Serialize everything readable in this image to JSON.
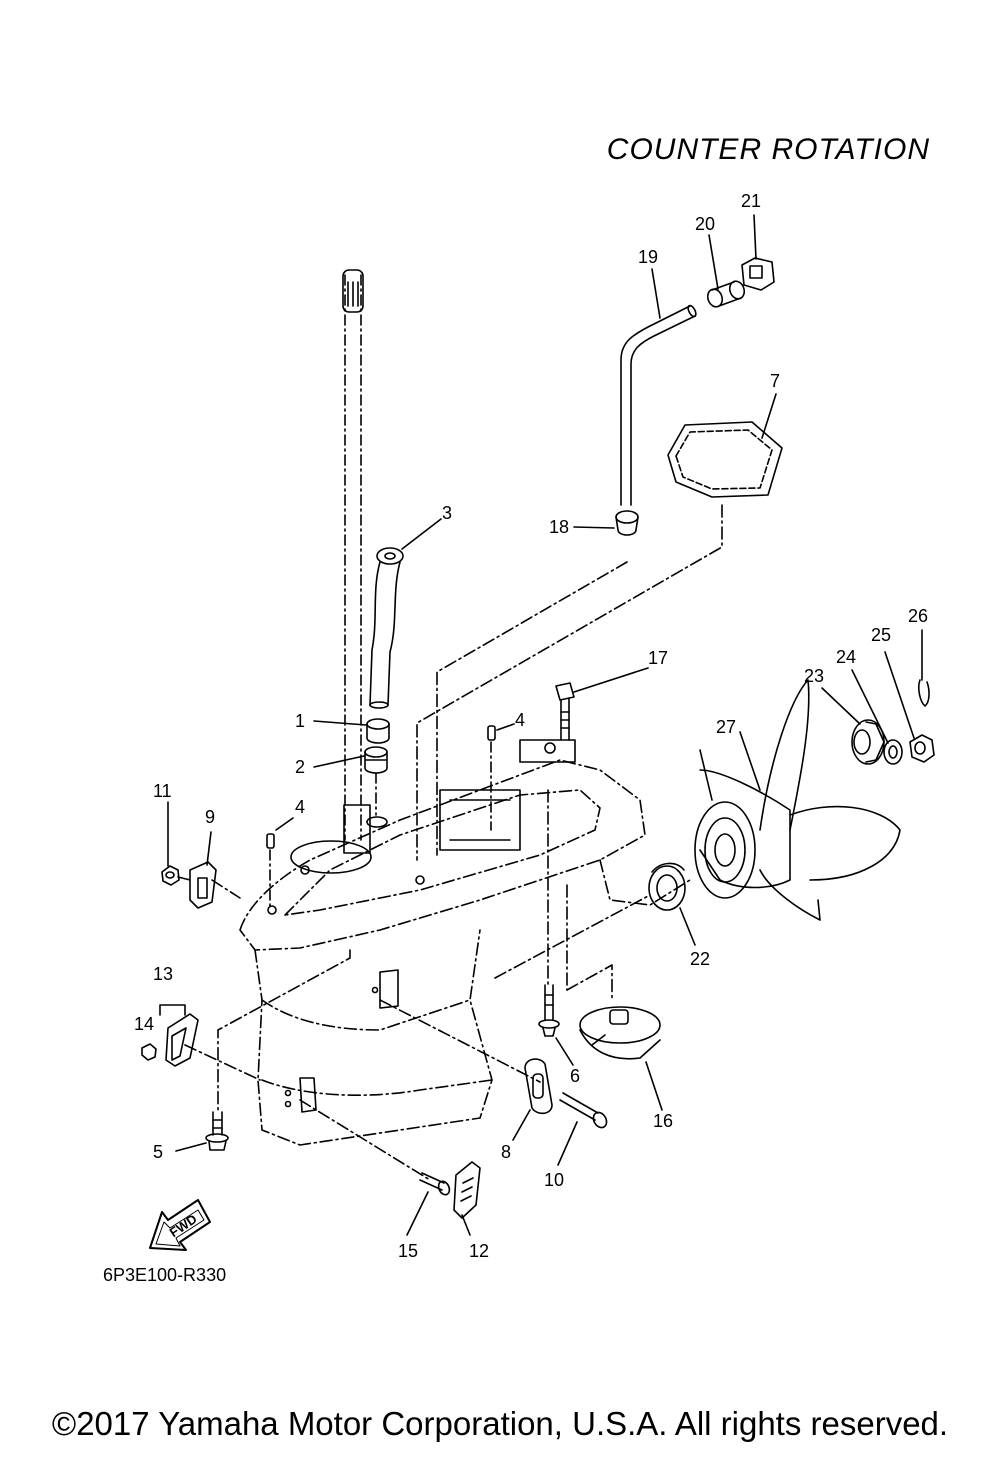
{
  "diagram": {
    "title": "COUNTER  ROTATION",
    "drawing_code": "6P3E100-R330",
    "copyright": "©2017 Yamaha Motor Corporation, U.S.A. All rights reserved.",
    "direction_badge": "FWD",
    "callouts": [
      {
        "id": "1",
        "label": "1"
      },
      {
        "id": "2",
        "label": "2"
      },
      {
        "id": "3",
        "label": "3"
      },
      {
        "id": "4a",
        "label": "4"
      },
      {
        "id": "4b",
        "label": "4"
      },
      {
        "id": "5",
        "label": "5"
      },
      {
        "id": "6",
        "label": "6"
      },
      {
        "id": "7",
        "label": "7"
      },
      {
        "id": "8",
        "label": "8"
      },
      {
        "id": "9",
        "label": "9"
      },
      {
        "id": "10",
        "label": "10"
      },
      {
        "id": "11",
        "label": "11"
      },
      {
        "id": "12",
        "label": "12"
      },
      {
        "id": "13",
        "label": "13"
      },
      {
        "id": "14",
        "label": "14"
      },
      {
        "id": "15",
        "label": "15"
      },
      {
        "id": "16",
        "label": "16"
      },
      {
        "id": "17",
        "label": "17"
      },
      {
        "id": "18",
        "label": "18"
      },
      {
        "id": "19",
        "label": "19"
      },
      {
        "id": "20",
        "label": "20"
      },
      {
        "id": "21",
        "label": "21"
      },
      {
        "id": "22",
        "label": "22"
      },
      {
        "id": "23",
        "label": "23"
      },
      {
        "id": "24",
        "label": "24"
      },
      {
        "id": "25",
        "label": "25"
      },
      {
        "id": "26",
        "label": "26"
      },
      {
        "id": "27",
        "label": "27"
      }
    ]
  }
}
